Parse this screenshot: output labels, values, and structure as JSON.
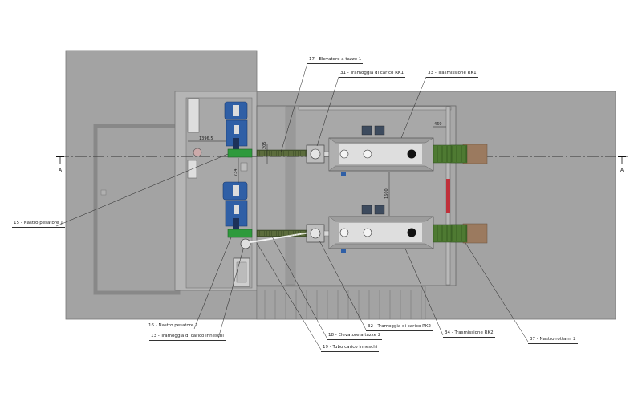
{
  "drawing": {
    "type": "plant layout plan view",
    "section_marker": "A",
    "colors": {
      "floor": "#a3a3a3",
      "room": "#b5b5b5",
      "machine_blue": "#2f5fa6",
      "weigh_belt_green": "#2e9a3c",
      "conveyor_green": "#4e7a32",
      "kiln_body": "#cfcfcf",
      "pallet_brown": "#9b7a5f",
      "red_door": "#c0303a"
    },
    "dimensions": {
      "d1": "1396.5",
      "d2": "205",
      "d3": "734",
      "d4": "469",
      "d5": "1600"
    },
    "callouts": [
      {
        "id": "15",
        "text": "15 - Nastro pesatore 1"
      },
      {
        "id": "17",
        "text": "17 - Elevatore a tazze 1"
      },
      {
        "id": "31",
        "text": "31 - Tramoggia di carico RK1"
      },
      {
        "id": "33",
        "text": "33 - Trasmissione RK1"
      },
      {
        "id": "16",
        "text": "16 - Nastro pesatore 2"
      },
      {
        "id": "13",
        "text": "13 - Tramoggia di carico inneschi"
      },
      {
        "id": "32",
        "text": "32 - Tramoggia di carico RK2"
      },
      {
        "id": "18",
        "text": "18 - Elevatore a tazze 2"
      },
      {
        "id": "19",
        "text": "19 - Tubo carico inneschi"
      },
      {
        "id": "34",
        "text": "34 - Trasmissione RK2"
      },
      {
        "id": "37",
        "text": "37 - Nastro rottami 2"
      }
    ]
  }
}
